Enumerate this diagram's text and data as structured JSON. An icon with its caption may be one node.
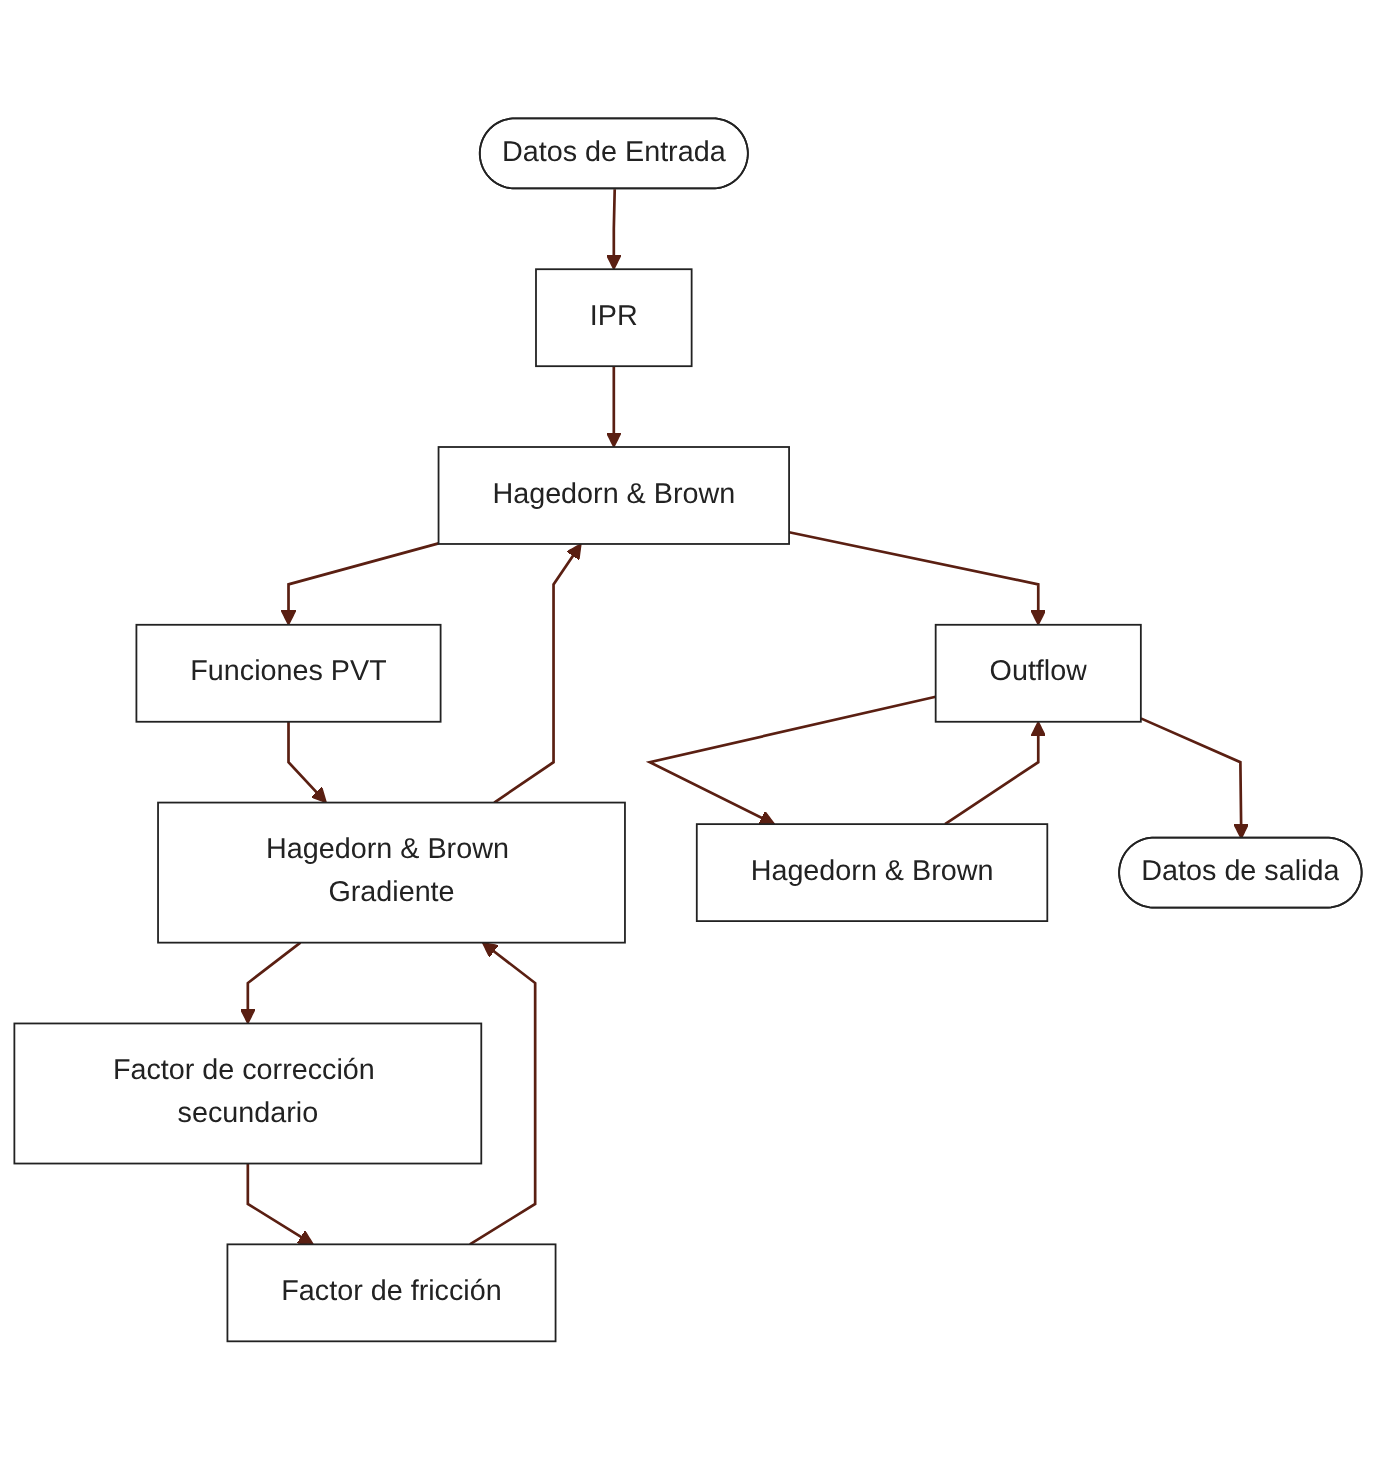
{
  "diagram": {
    "nodes": [
      {
        "text": [
          "Datos de Entrada"
        ]
      },
      {
        "text": [
          "IPR"
        ]
      },
      {
        "text": [
          "Hagedorn & Brown"
        ]
      },
      {
        "text": [
          "Funciones PVT"
        ]
      },
      {
        "text": [
          "Hagedorn & Brown Gradiente"
        ]
      },
      {
        "text": [
          "Factor de corrección secundario"
        ]
      },
      {
        "text": [
          "Outflow"
        ]
      },
      {
        "text": [
          "Hagedorn & Brown"
        ]
      },
      {
        "text": [
          "Factor de fricción"
        ]
      },
      {
        "text": [
          "Datos de salida"
        ]
      }
    ],
    "edges": [
      {
        "from": 0,
        "to": 1,
        "arrow": "to"
      },
      {
        "from": 1,
        "to": 2,
        "arrow": "to"
      },
      {
        "from": 2,
        "to": 3,
        "arrow": "to"
      },
      {
        "from": 3,
        "to": 4,
        "arrow": "to"
      },
      {
        "from": 4,
        "to": 2,
        "arrow": "to"
      },
      {
        "from": 4,
        "to": 5,
        "arrow": "to"
      },
      {
        "from": 5,
        "to": 8,
        "arrow": "to"
      },
      {
        "from": 8,
        "to": 4,
        "arrow": "to"
      },
      {
        "from": 2,
        "to": 6,
        "arrow": "to"
      },
      {
        "from": 6,
        "to": 7,
        "arrow": "to"
      },
      {
        "from": 7,
        "to": 6,
        "arrow": "to"
      },
      {
        "from": 6,
        "to": 9,
        "arrow": "to"
      }
    ]
  }
}
